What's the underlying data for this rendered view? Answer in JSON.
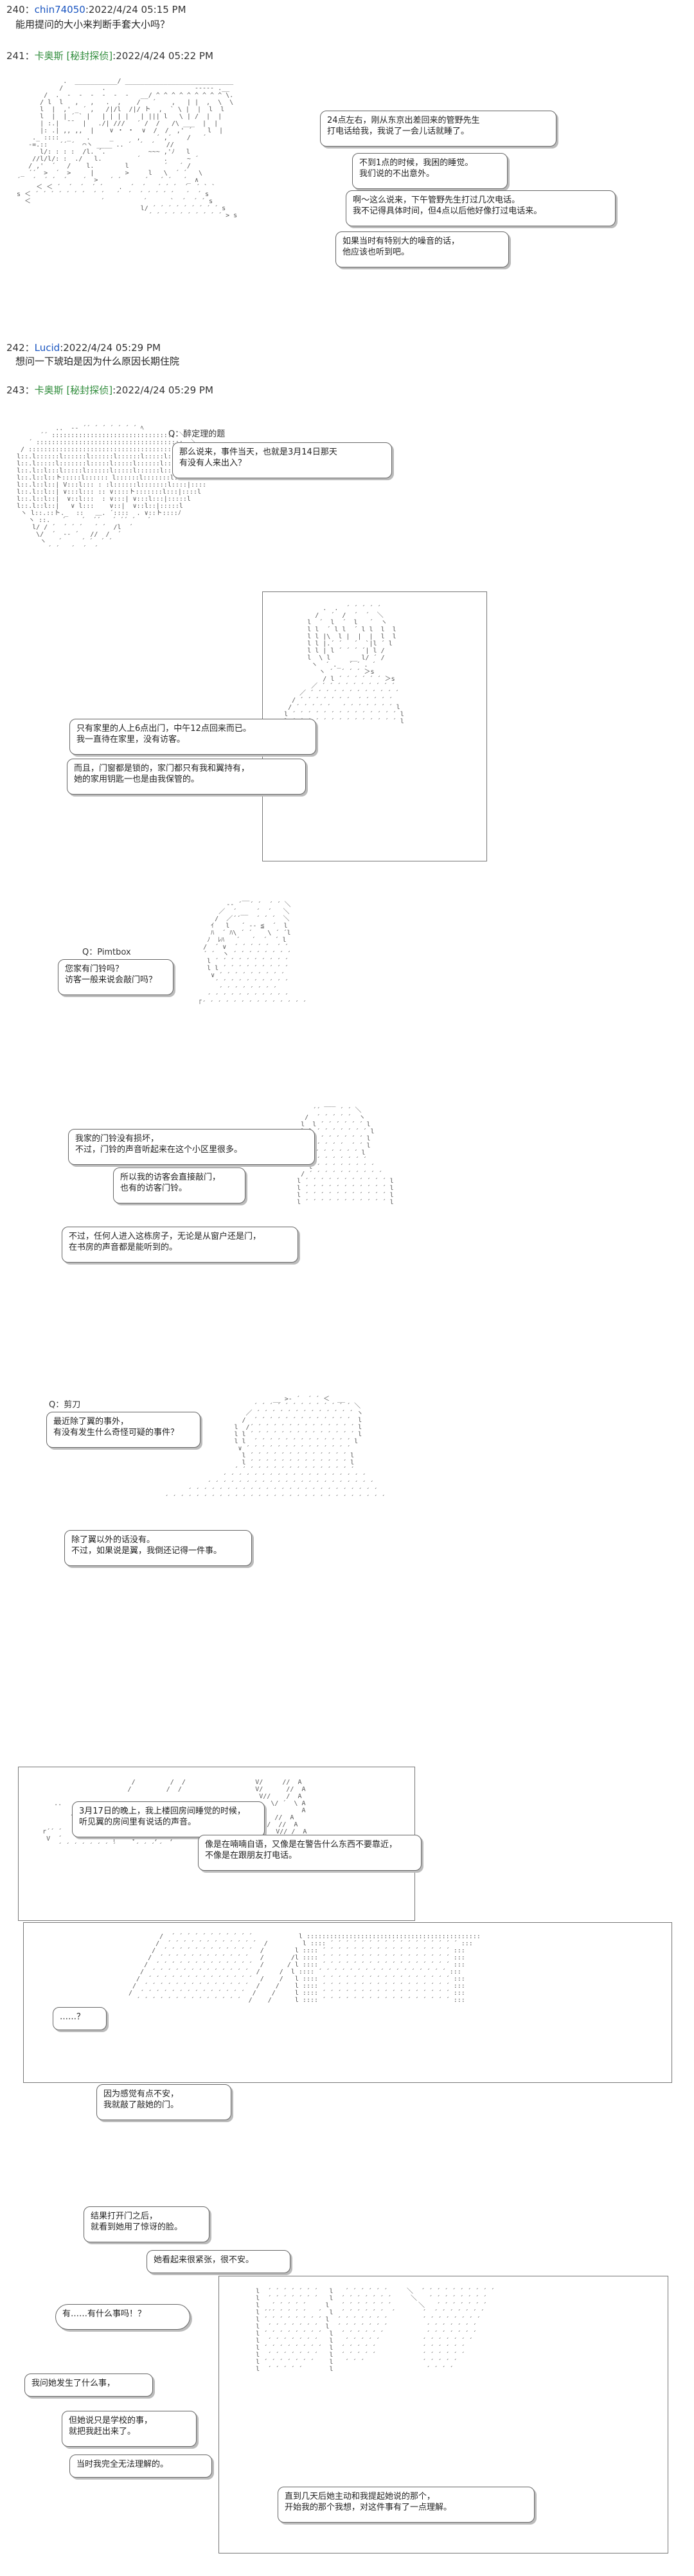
{
  "posts": [
    {
      "num": "240",
      "sep": "：",
      "name": "chin74050",
      "date": ":2022/4/24 05:15 PM",
      "body": "能用提问的大小来判断手套大小吗？"
    },
    {
      "num": "241",
      "sep": "：",
      "name": "卡奥斯",
      "trip": "[秘封探侦]",
      "date": ":2022/4/24 05:22 PM"
    },
    {
      "num": "242",
      "sep": "：",
      "name": "Lucid",
      "date": ":2022/4/24 05:29 PM",
      "body": "想问一下琥珀是因为什么原因长期住院"
    },
    {
      "num": "243",
      "sep": "：",
      "name": "卡奥斯",
      "trip": "[秘封探侦]",
      "date": ":2022/4/24 05:29 PM"
    }
  ],
  "bubbles": {
    "b1": [
      "24点左右，刚从东京出差回来的管野先生",
      "打电话给我，我说了一会儿话就睡了。"
    ],
    "b2": [
      "不到1点的时候，我困的睡觉。",
      "我们说的不出意外。"
    ],
    "b3": [
      "啊～这么说来，下午管野先生打过几次电话。",
      "我不记得具体时间，但4点以后他好像打过电话来。"
    ],
    "b4": [
      "如果当时有特别大的噪音的话，",
      "他应该也听到吧。"
    ],
    "q1_label": "Q：醉定理的题",
    "b5": [
      "那么说来，事件当天，也就是3月14日那天",
      "有没有人来出入？"
    ],
    "b6": [
      "只有家里的人上6点出门，中午12点回来而已。",
      "我一直待在家里，没有访客。"
    ],
    "b7": [
      "而且，门窗都是锁的，家门都只有我和翼持有，",
      "她的家用钥匙一也是由我保管的。"
    ],
    "q2_label": "Q：Pimtbox",
    "b8": [
      "您家有门铃吗？",
      "访客一般来说会敲门吗？"
    ],
    "b9": [
      "我家的门铃没有损坏，",
      "不过，门铃的声音听起来在这个小区里很多。"
    ],
    "b10": [
      "所以我的访客会直接敲门，",
      "也有的访客门铃。"
    ],
    "b11": [
      "不过，任何人进入这栋房子，无论是从窗户还是门，",
      "在书房的声音都是能听到的。"
    ],
    "q3_label": "Q：剪刀",
    "b12": [
      "最近除了翼的事外，",
      "有没有发生什么奇怪可疑的事件？"
    ],
    "b13": [
      "除了翼以外的话没有。",
      "不过，如果说是翼，我倒还记得一件事。"
    ],
    "b14": [
      "3月17日的晚上，我上楼回房间睡觉的时候，",
      "听见翼的房间里有说话的声音。"
    ],
    "b15": [
      "像是在喃喃自语，又像是在警告什么东西不要靠近，",
      "不像是在跟朋友打电话。"
    ],
    "b16": [
      "……？"
    ],
    "b17": [
      "因为感觉有点不安，",
      "我就敲了敲她的门。"
    ],
    "b18": [
      "结果打开门之后，",
      "就看到她用了惊讶的脸。"
    ],
    "b19": [
      "她看起来很紧张，很不安。"
    ],
    "b20": [
      "有……有什么事吗！？"
    ],
    "b21": [
      "我问她发生了什么事，"
    ],
    "b22": [
      "但她说只是学校的事，",
      "就把我赶出来了。"
    ],
    "b23": [
      "当时我完全无法理解的。"
    ],
    "b24": [
      "直到几天后她主动和我提起她说的那个，",
      "开始我的那个我想，对这件事有了一点理解。"
    ]
  }
}
